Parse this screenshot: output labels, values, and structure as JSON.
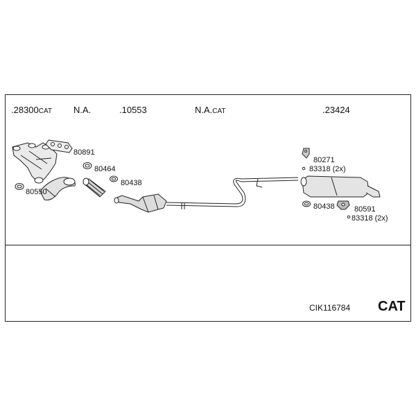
{
  "header_parts": [
    {
      "number": ".28300",
      "suffix": "CAT"
    },
    {
      "number": "N.A.",
      "suffix": ""
    },
    {
      "number": ".10553",
      "suffix": ""
    },
    {
      "number": "N.A.",
      "suffix": "CAT"
    },
    {
      "number": ".23424",
      "suffix": ""
    }
  ],
  "part_labels": {
    "p80891": "80891",
    "p80464": "80464",
    "p80438a": "80438",
    "p80550": "80550",
    "p80271": "80271",
    "p83318a": "83318 (2x)",
    "p80438b": "80438",
    "p80591": "80591",
    "p83318b": "83318 (2x)"
  },
  "footer": {
    "code": "CIK116784",
    "tag": "CAT"
  }
}
